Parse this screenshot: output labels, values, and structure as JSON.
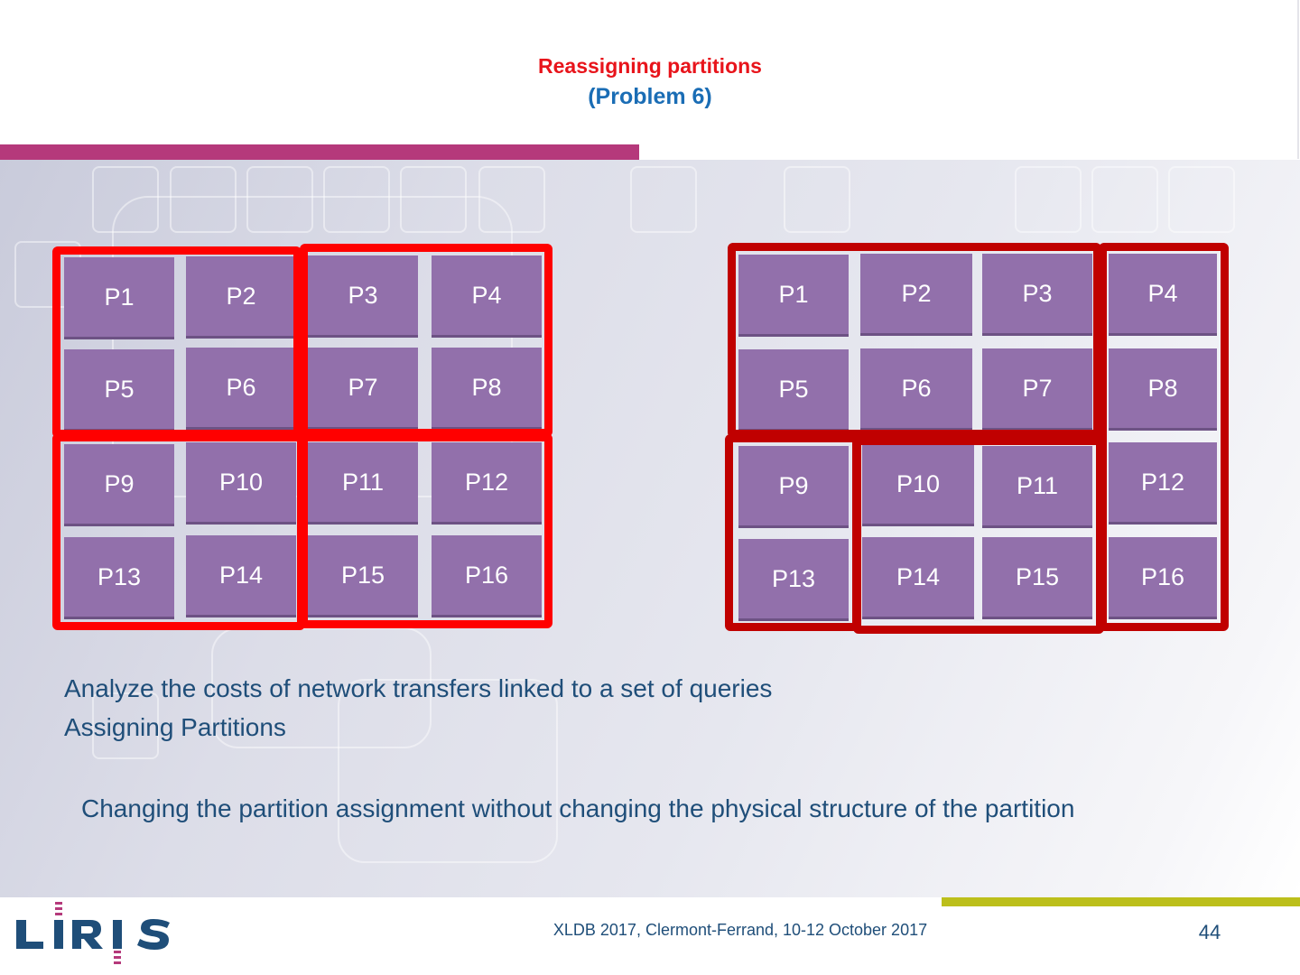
{
  "slide": {
    "title": "Reassigning partitions",
    "subtitle": "(Problem 6)",
    "body_line1": "Analyze the costs of network transfers linked to a set of queries",
    "body_line2": "Assigning Partitions",
    "body_line3": "Changing the partition assignment without changing the physical structure of the partition",
    "footer": "XLDB 2017,  Clermont-Ferrand, 10-12 October 2017",
    "page_number": "44",
    "logo_text": "LIRIS"
  },
  "colors": {
    "title": "#e8141b",
    "subtitle": "#1a6db5",
    "partition_cell": "#9270ab",
    "group_left": "#ff0000",
    "group_right": "#c00000",
    "body_text": "#1f4e79",
    "accent_magenta": "#b5397b",
    "accent_olive": "#bcbf1b"
  },
  "left_grid": {
    "cells": [
      "P1",
      "P2",
      "P3",
      "P4",
      "P5",
      "P6",
      "P7",
      "P8",
      "P9",
      "P10",
      "P11",
      "P12",
      "P13",
      "P14",
      "P15",
      "P16"
    ]
  },
  "right_grid": {
    "cells": [
      "P1",
      "P2",
      "P3",
      "P4",
      "P5",
      "P6",
      "P7",
      "P8",
      "P9",
      "P10",
      "P11",
      "P12",
      "P13",
      "P14",
      "P15",
      "P16"
    ]
  }
}
